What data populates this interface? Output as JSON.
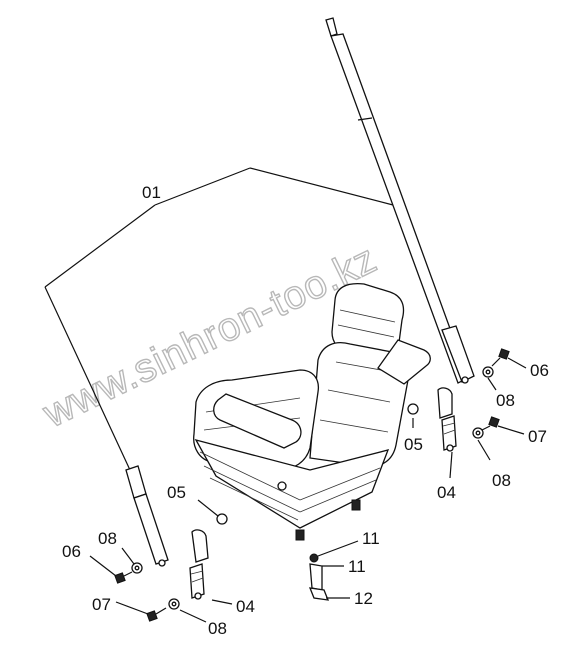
{
  "watermark": "www.sinhron-too.kz",
  "callouts": {
    "c01": "01",
    "c05_left": "05",
    "c05_right": "05",
    "c04_left": "04",
    "c04_right": "04",
    "c06_left": "06",
    "c06_right": "06",
    "c07_left": "07",
    "c07_right": "07",
    "c08_left_top": "08",
    "c08_left_bottom": "08",
    "c08_right_top": "08",
    "c08_right_bottom": "08",
    "c11_top": "11",
    "c11_bottom": "11",
    "c12": "12"
  }
}
